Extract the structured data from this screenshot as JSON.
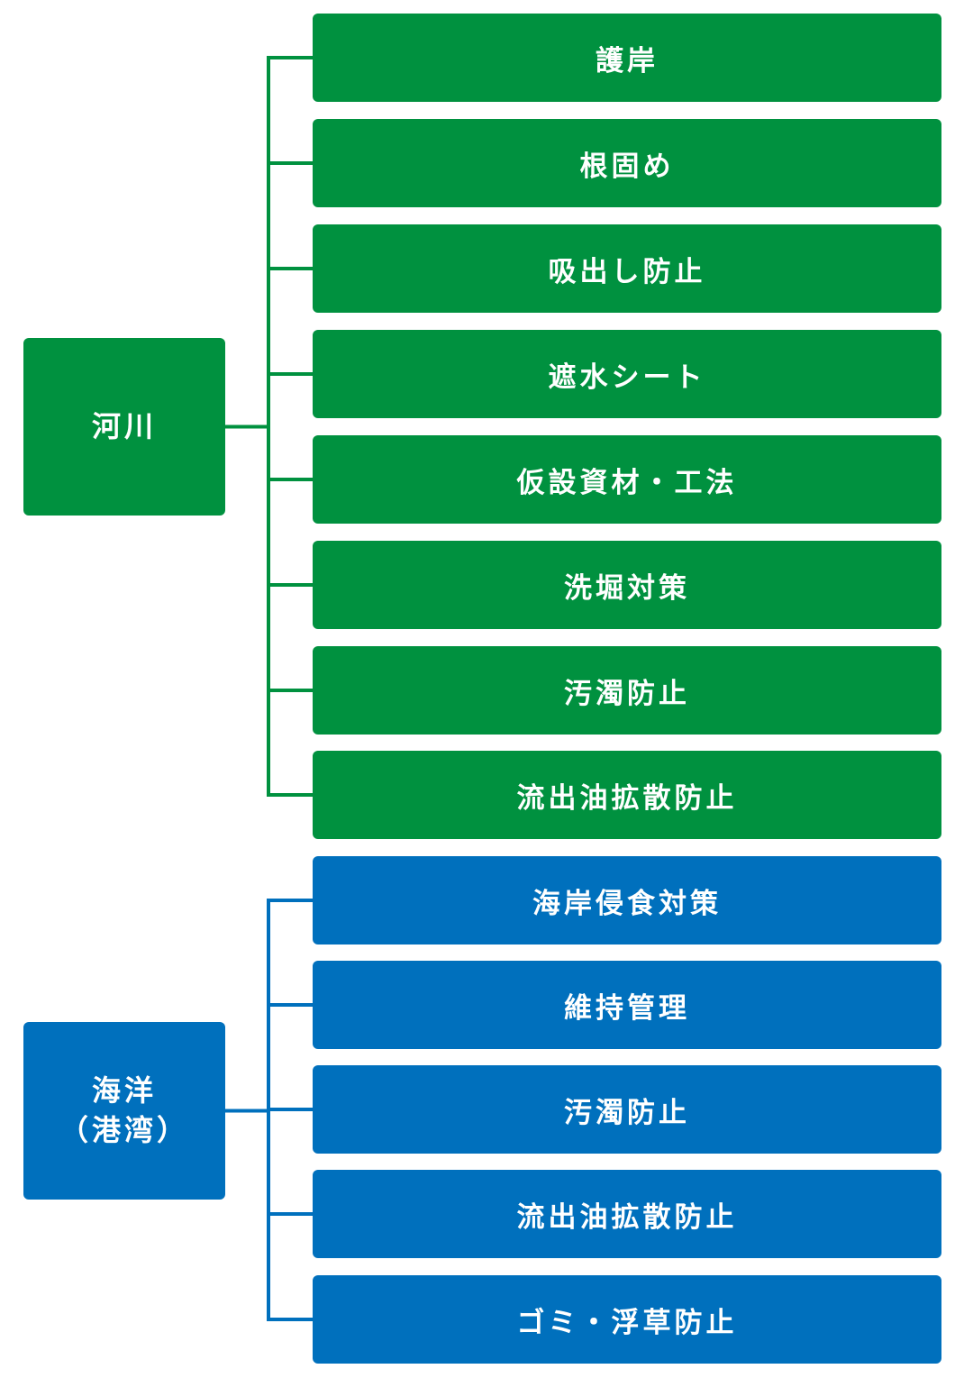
{
  "colors": {
    "river": "#00913f",
    "ocean": "#0070bd"
  },
  "groups": [
    {
      "label": "河川",
      "items": [
        "護岸",
        "根固め",
        "吸出し防止",
        "遮水シート",
        "仮設資材・工法",
        "洗堀対策",
        "汚濁防止",
        "流出油拡散防止"
      ]
    },
    {
      "label": "海洋\n（港湾）",
      "items": [
        "海岸侵食対策",
        "維持管理",
        "汚濁防止",
        "流出油拡散防止",
        "ゴミ・浮草防止"
      ]
    }
  ]
}
